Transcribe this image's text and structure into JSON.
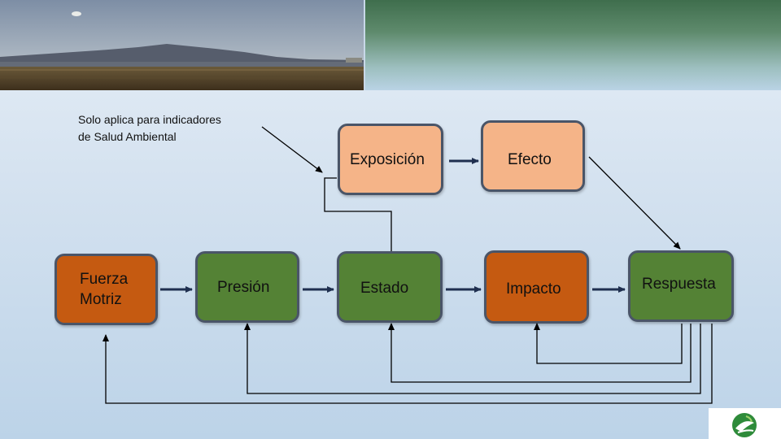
{
  "note": {
    "text": "Solo aplica para indicadores\nde Salud Ambiental"
  },
  "boxes": {
    "exposicion": "Exposición",
    "efecto": "Efecto",
    "fuerza_motriz": "Fuerza\nMotriz",
    "presion": "Presión",
    "estado": "Estado",
    "impacto": "Impacto",
    "respuesta": "Respuesta"
  },
  "colors": {
    "orange_light": "#f5b488",
    "orange_dark": "#c55a11",
    "green": "#548235",
    "border": "#4a5568",
    "banner": "#3f6e4d"
  },
  "icons": {
    "logo": "leaf-hands-logo"
  }
}
